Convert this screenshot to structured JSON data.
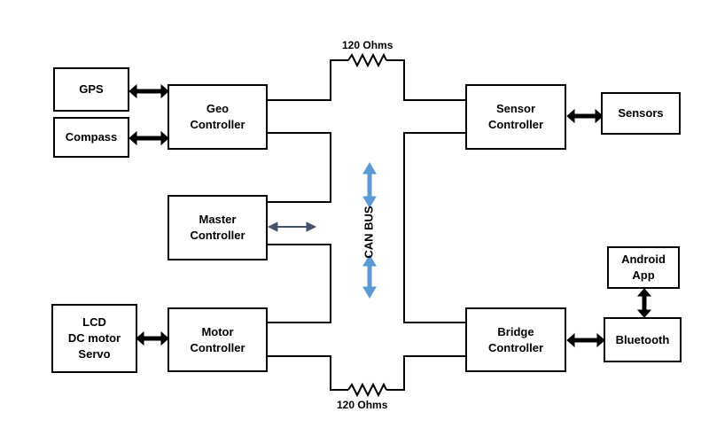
{
  "diagram": {
    "blocks": {
      "gps": {
        "lines": [
          "GPS"
        ]
      },
      "compass": {
        "lines": [
          "Compass"
        ]
      },
      "geo_controller": {
        "lines": [
          "Geo",
          "Controller"
        ]
      },
      "master_controller": {
        "lines": [
          "Master",
          "Controller"
        ]
      },
      "lcd": {
        "lines": [
          "LCD",
          "DC motor",
          "Servo"
        ]
      },
      "motor_controller": {
        "lines": [
          "Motor",
          "Controller"
        ]
      },
      "sensor_controller": {
        "lines": [
          "Sensor",
          "Controller"
        ]
      },
      "sensors": {
        "lines": [
          "Sensors"
        ]
      },
      "android_app": {
        "lines": [
          "Android",
          "App"
        ]
      },
      "bridge_controller": {
        "lines": [
          "Bridge",
          "Controller"
        ]
      },
      "bluetooth": {
        "lines": [
          "Bluetooth"
        ]
      }
    },
    "bus_label": "CAN BUS",
    "resistor_top_label": "120 Ohms",
    "resistor_bottom_label": "120 Ohms",
    "colors": {
      "outline": "#000000",
      "bus_arrow": "#5b9bd5",
      "master_arrow": "#44546a"
    }
  }
}
